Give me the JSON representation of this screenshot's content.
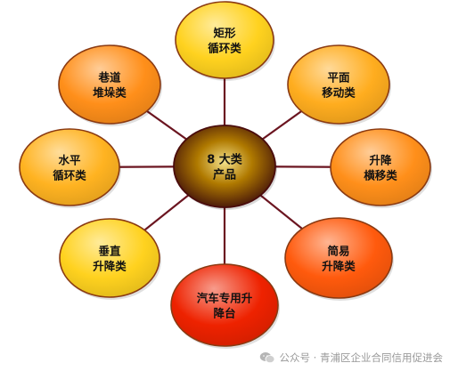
{
  "center": {
    "lines": [
      "8 大类",
      "产品"
    ],
    "color": "#b07a00"
  },
  "nodes": [
    {
      "id": "rect-circulation",
      "lines": [
        "矩形",
        "循环类"
      ],
      "color": "#ffd21f"
    },
    {
      "id": "planar-mobile",
      "lines": [
        "平面",
        "移动类"
      ],
      "color": "#ffad1f"
    },
    {
      "id": "lift-transverse",
      "lines": [
        "升降",
        "横移类"
      ],
      "color": "#ff8f1a"
    },
    {
      "id": "simple-lift",
      "lines": [
        "简易",
        "升降类"
      ],
      "color": "#ff5a0d"
    },
    {
      "id": "vehicle-lift",
      "lines": [
        "汽车专用升",
        "降台"
      ],
      "color": "#ee2200"
    },
    {
      "id": "vertical-lift",
      "lines": [
        "垂直",
        "升降类"
      ],
      "color": "#ffd21f"
    },
    {
      "id": "horizontal-circulation",
      "lines": [
        "水平",
        "循环类"
      ],
      "color": "#ffb321"
    },
    {
      "id": "aisle-stacking",
      "lines": [
        "巷道",
        "堆垛类"
      ],
      "color": "#ff8f1a"
    }
  ],
  "colors": {
    "connector": "#6b1520"
  },
  "watermark": {
    "icon": "wechat-icon",
    "text": "公众号 · 青浦区企业合同信用促进会"
  }
}
